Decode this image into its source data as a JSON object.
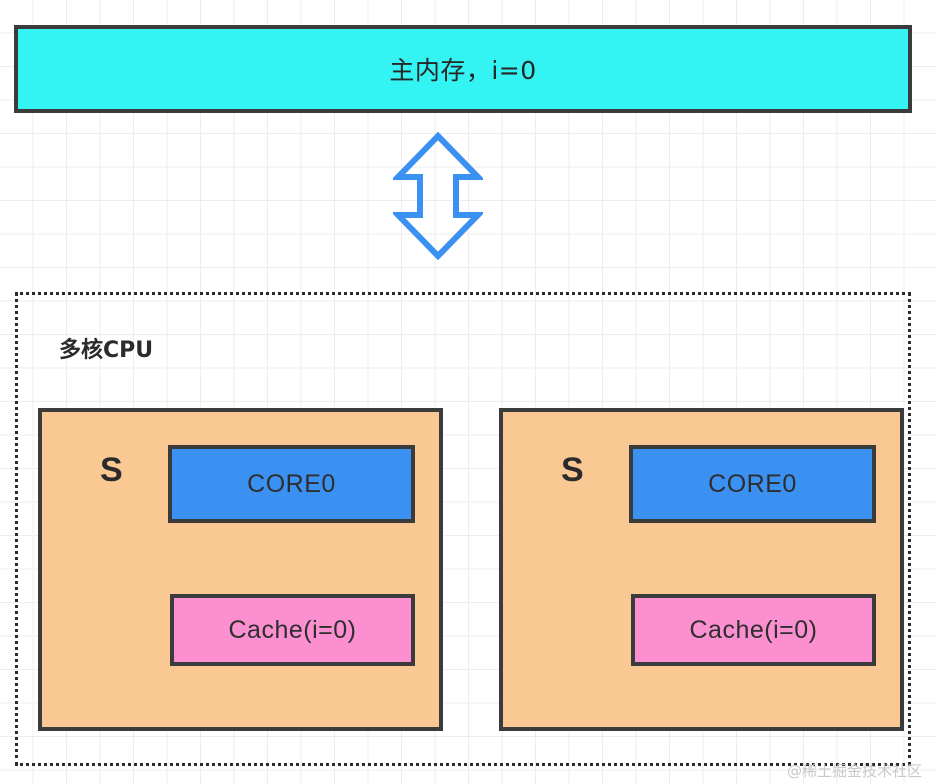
{
  "diagram": {
    "title": "CPU cache coherence diagram",
    "memory": {
      "label": "主内存，i=0",
      "fill": "#33f3f3",
      "stroke": "#3b3b3b"
    },
    "connector": {
      "icon": "double-headed-vertical-arrow",
      "color": "#3b91f2",
      "direction": "bidirectional"
    },
    "cpu": {
      "title": "多核CPU",
      "border_style": "dotted",
      "border_color": "#2b2b2b",
      "cores": [
        {
          "state": "S",
          "core_label": "CORE0",
          "cache_label": "Cache(i=0)",
          "panel_fill": "#fac893",
          "core_fill": "#3b91f2",
          "cache_fill": "#fc8fd0"
        },
        {
          "state": "S",
          "core_label": "CORE0",
          "cache_label": "Cache(i=0)",
          "panel_fill": "#fac893",
          "core_fill": "#3b91f2",
          "cache_fill": "#fc8fd0"
        }
      ]
    },
    "watermark": "@稀土掘金技术社区"
  }
}
